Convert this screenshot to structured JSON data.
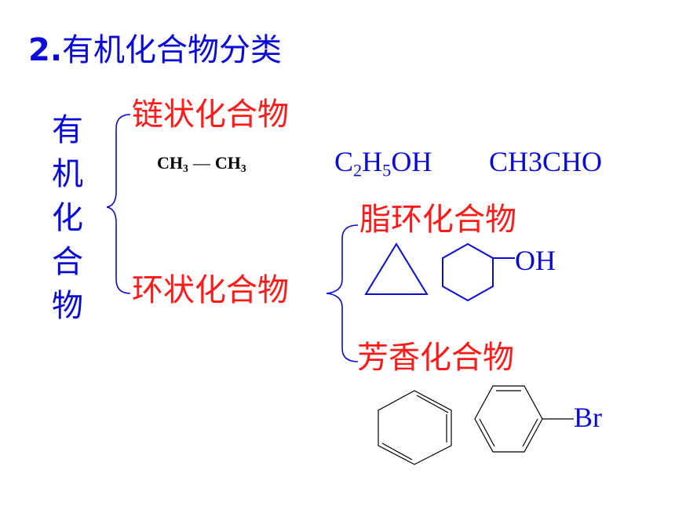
{
  "title": {
    "number": "2.",
    "text": "有机化合物分类"
  },
  "root_label_chars": [
    "有",
    "机",
    "化",
    "合",
    "物"
  ],
  "chain": {
    "label": "链状化合物",
    "ethane_left": "CH",
    "ethane_left_sub": "3",
    "ethane_bond": "—",
    "ethane_right": "CH",
    "ethane_right_sub": "3",
    "ethanol": {
      "p1": "C",
      "s1": "2",
      "p2": "H",
      "s2": "5",
      "p3": "OH"
    },
    "acetaldehyde": "CH3CHO"
  },
  "ring": {
    "label": "环状化合物",
    "alicyclic": {
      "label": "脂环化合物",
      "oh_label": "OH"
    },
    "aromatic": {
      "label": "芳香化合物",
      "br_label": "Br"
    }
  },
  "colors": {
    "blue": "#0a0ad8",
    "red": "#ff1a1a",
    "black": "#000000"
  }
}
